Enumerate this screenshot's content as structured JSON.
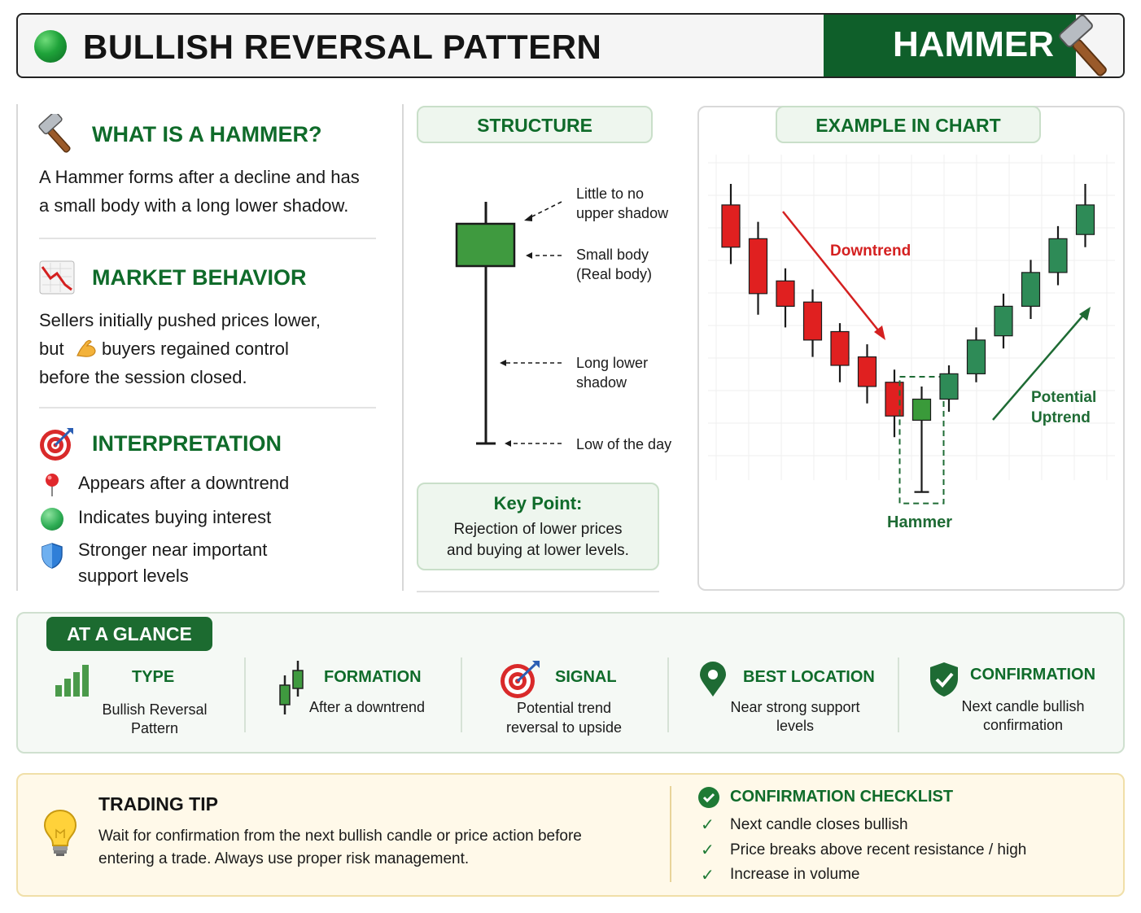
{
  "header": {
    "title": "BULLISH REVERSAL PATTERN",
    "badge": "HAMMER"
  },
  "what_is": {
    "title": "WHAT IS A HAMMER?",
    "text_1": "A Hammer forms after a decline and has",
    "text_2": "a small body with a long lower shadow."
  },
  "market_behavior": {
    "title": "MARKET BEHAVIOR",
    "line_1": "Sellers initially pushed prices lower,",
    "line_2a": "but",
    "line_2b": "buyers regained control",
    "line_3": "before the session closed."
  },
  "interpretation": {
    "title": "INTERPRETATION",
    "items": [
      "Appears after a downtrend",
      "Indicates buying interest",
      "Stronger near important",
      "support levels"
    ]
  },
  "structure": {
    "title": "STRUCTURE",
    "labels": {
      "upper_1": "Little to no",
      "upper_2": "upper shadow",
      "body_1": "Small body",
      "body_2": "(Real body)",
      "lower_1": "Long lower",
      "lower_2": "shadow",
      "low": "Low of the day"
    },
    "key_point": {
      "title": "Key Point:",
      "line_1": "Rejection of lower prices",
      "line_2": "and buying at lower levels."
    }
  },
  "example": {
    "title": "EXAMPLE IN CHART",
    "downtrend_label": "Downtrend",
    "uptrend_label_1": "Potential",
    "uptrend_label_2": "Uptrend",
    "hammer_label": "Hammer"
  },
  "chart_data": {
    "type": "candlestick",
    "colors": {
      "bearish": "#e02020",
      "bullish": "#2e8b57",
      "hammer": "#3a9a3a"
    },
    "candles": [
      {
        "dir": "down",
        "open": 90,
        "close": 80,
        "high": 95,
        "low": 76
      },
      {
        "dir": "down",
        "open": 82,
        "close": 69,
        "high": 86,
        "low": 64
      },
      {
        "dir": "down",
        "open": 72,
        "close": 66,
        "high": 75,
        "low": 61
      },
      {
        "dir": "down",
        "open": 67,
        "close": 58,
        "high": 70,
        "low": 54
      },
      {
        "dir": "down",
        "open": 60,
        "close": 52,
        "high": 62,
        "low": 48
      },
      {
        "dir": "down",
        "open": 54,
        "close": 47,
        "high": 57,
        "low": 43
      },
      {
        "dir": "down",
        "open": 48,
        "close": 40,
        "high": 51,
        "low": 35
      },
      {
        "dir": "up",
        "open": 39,
        "close": 44,
        "high": 47,
        "low": 22,
        "hammer": true
      },
      {
        "dir": "up",
        "open": 44,
        "close": 50,
        "high": 52,
        "low": 41
      },
      {
        "dir": "up",
        "open": 50,
        "close": 58,
        "high": 61,
        "low": 48
      },
      {
        "dir": "up",
        "open": 59,
        "close": 66,
        "high": 69,
        "low": 56
      },
      {
        "dir": "up",
        "open": 66,
        "close": 74,
        "high": 77,
        "low": 63
      },
      {
        "dir": "up",
        "open": 74,
        "close": 82,
        "high": 85,
        "low": 71
      },
      {
        "dir": "up",
        "open": 83,
        "close": 90,
        "high": 95,
        "low": 80
      }
    ]
  },
  "glance": {
    "tab": "AT A GLANCE",
    "type_title": "TYPE",
    "type_1": "Bullish Reversal",
    "type_2": "Pattern",
    "formation_title": "FORMATION",
    "formation_text": "After a downtrend",
    "signal_title": "SIGNAL",
    "signal_1": "Potential trend",
    "signal_2": "reversal to upside",
    "location_title": "BEST LOCATION",
    "location_1": "Near strong support",
    "location_2": "levels",
    "confirm_title": "CONFIRMATION",
    "confirm_1": "Next candle bullish",
    "confirm_2": "confirmation"
  },
  "tip": {
    "title": "TRADING TIP",
    "line_1": "Wait for confirmation from the next bullish candle or price action before",
    "line_2": "entering a trade. Always use proper risk management."
  },
  "checklist": {
    "title": "CONFIRMATION CHECKLIST",
    "items": [
      "Next candle closes bullish",
      "Price breaks above recent resistance / high",
      "Increase in volume"
    ]
  }
}
